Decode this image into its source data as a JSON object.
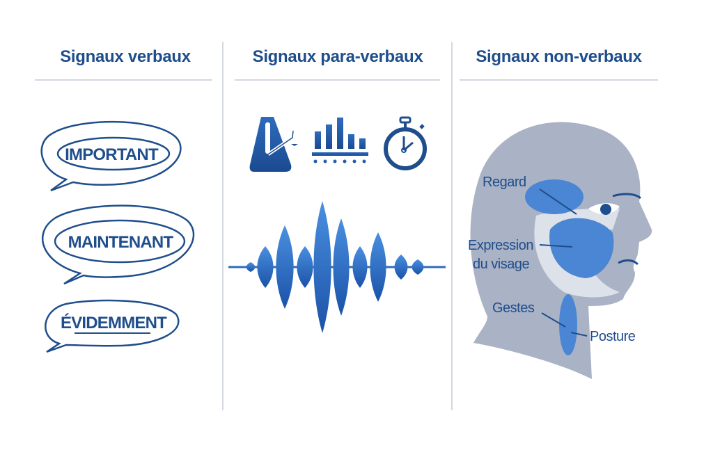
{
  "columns": [
    {
      "title": "Signaux verbaux",
      "words": [
        "IMPORTANT",
        "MAINTENANT",
        "ÉVIDEMMENT"
      ]
    },
    {
      "title": "Signaux para-verbaux",
      "icons": [
        "metronome-icon",
        "bar-chart-icon",
        "stopwatch-icon",
        "sound-wave-icon"
      ]
    },
    {
      "title": "Signaux non-verbaux",
      "labels": {
        "gaze": "Regard",
        "expression_1": "Expression",
        "expression_2": "du visage",
        "gestures": "Gestes",
        "posture": "Posture"
      }
    }
  ],
  "colors": {
    "dark_blue": "#1f4e8c",
    "mid_blue": "#3a7bd0",
    "head_gray": "#aab2c5",
    "divider": "#c5ccd8"
  }
}
